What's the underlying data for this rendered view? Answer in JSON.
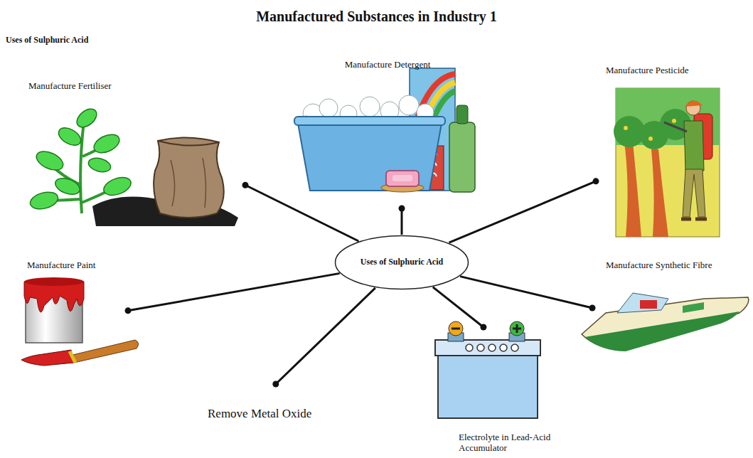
{
  "diagram": {
    "title": "Manufactured Substances in Industry 1",
    "nodes": [
      {
        "text": [
          "Uses of Sulphuric Acid"
        ]
      },
      {
        "text": [
          "Manufacture Fertiliser"
        ]
      },
      {
        "text": [
          "Manufacture Detergent"
        ]
      },
      {
        "text": [
          "Manufacture Pesticide"
        ]
      },
      {
        "text": [
          "Manufacture Paint"
        ]
      },
      {
        "text": [
          "Manufacture Synthetic Fibre"
        ]
      },
      {
        "text": [
          "Remove Metal Oxide"
        ]
      },
      {
        "text": [
          "Electrolyte in Lead-Acid Accumulator"
        ]
      }
    ],
    "edges": [
      {
        "from": 0,
        "to": 1,
        "arrow": "none"
      },
      {
        "from": 0,
        "to": 2,
        "arrow": "none"
      },
      {
        "from": 0,
        "to": 3,
        "arrow": "none"
      },
      {
        "from": 0,
        "to": 4,
        "arrow": "none"
      },
      {
        "from": 0,
        "to": 5,
        "arrow": "none"
      },
      {
        "from": 0,
        "to": 6,
        "arrow": "none"
      },
      {
        "from": 0,
        "to": 7,
        "arrow": "none"
      }
    ],
    "labels": [
      "Uses of Sulphuric Acid"
    ]
  }
}
